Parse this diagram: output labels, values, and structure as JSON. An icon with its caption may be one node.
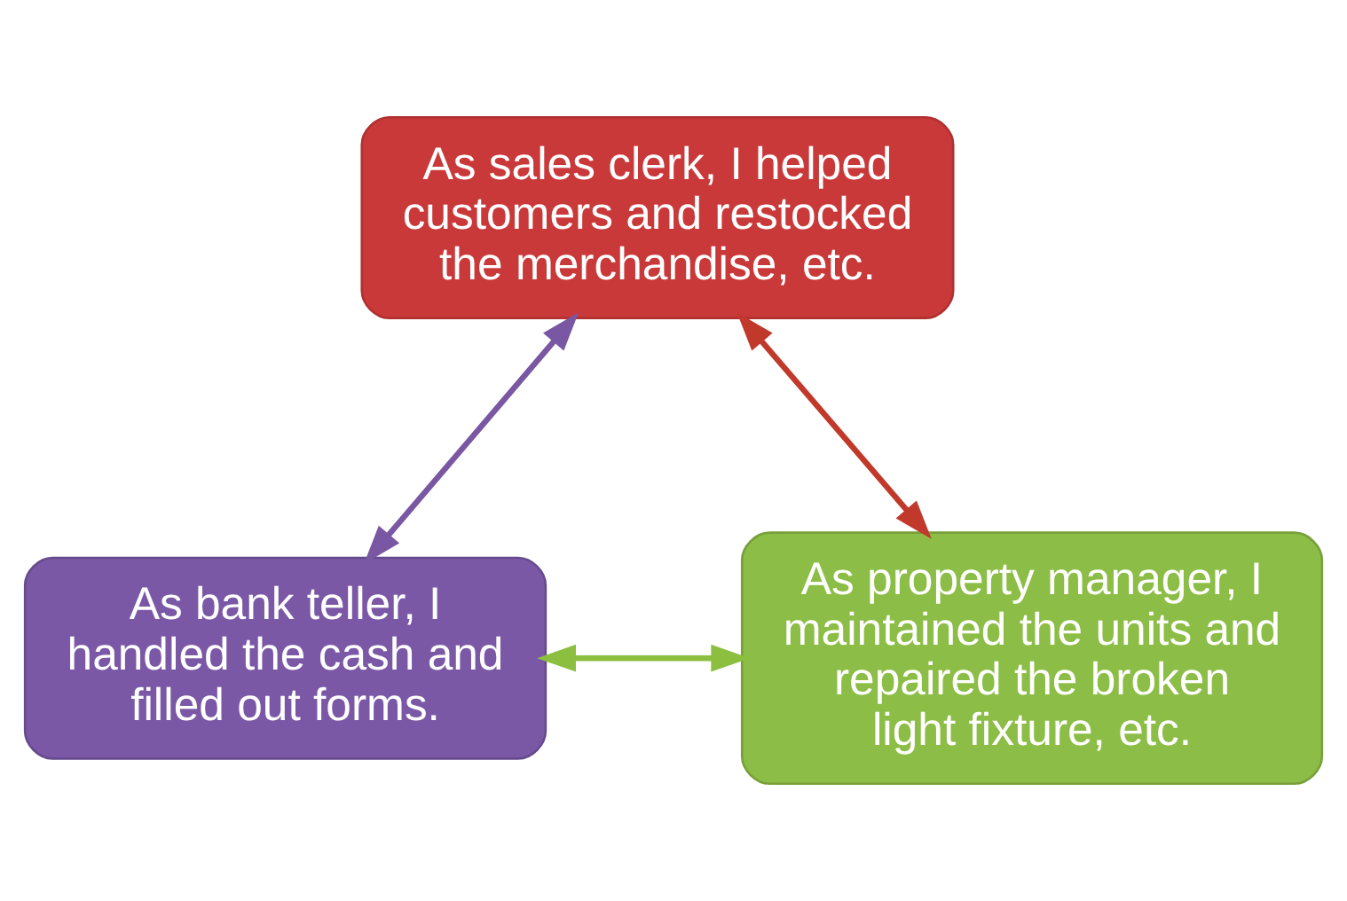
{
  "diagram": {
    "nodes": [
      {
        "text": [
          "As sales clerk, I helped customers and restocked the merchandise, etc."
        ]
      },
      {
        "text": [
          "As bank teller, I handled the cash and filled out forms."
        ]
      },
      {
        "text": [
          "As property manager, I maintained the units and repaired the broken light fixture, etc."
        ]
      }
    ],
    "edges": [
      {
        "from": 0,
        "to": 1,
        "arrow": "both",
        "color": "#7a57a3"
      },
      {
        "from": 0,
        "to": 2,
        "arrow": "both",
        "color": "#c0392b"
      },
      {
        "from": 1,
        "to": 2,
        "arrow": "both",
        "color": "#8cbf3f"
      }
    ]
  }
}
